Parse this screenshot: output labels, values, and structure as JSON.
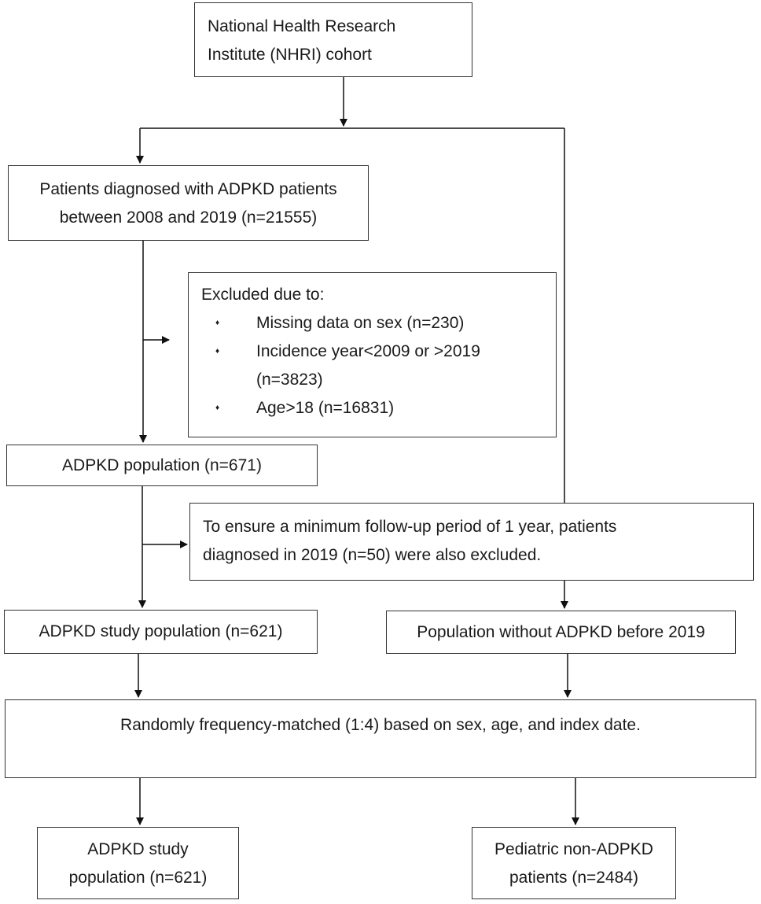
{
  "flowchart": {
    "source": [
      "National Health Research",
      "Institute (NHRI) cohort"
    ],
    "diagnosed": [
      "Patients diagnosed with ADPKD patients",
      "between 2008 and 2019 (n=21555)"
    ],
    "excluded": {
      "heading": "Excluded due to:",
      "items": [
        "Missing data on sex (n=230)",
        "Incidence year<2009 or >2019",
        "(n=3823)",
        "Age>18 (n=16831)"
      ],
      "bullet": "♦"
    },
    "adpkd_population": "ADPKD population (n=671)",
    "followup_exclusion": [
      "To ensure a minimum follow-up period of 1 year, patients",
      "diagnosed in 2019 (n=50) were also excluded."
    ],
    "adpkd_study_population": "ADPKD study population (n=621)",
    "population_without": "Population without ADPKD before 2019",
    "matched": "Randomly frequency-matched (1:4) based on sex, age, and index date.",
    "final_adpkd": [
      "ADPKD study",
      "population (n=621)"
    ],
    "final_non_adpkd": [
      "Pediatric non-ADPKD",
      "patients (n=2484)"
    ]
  }
}
